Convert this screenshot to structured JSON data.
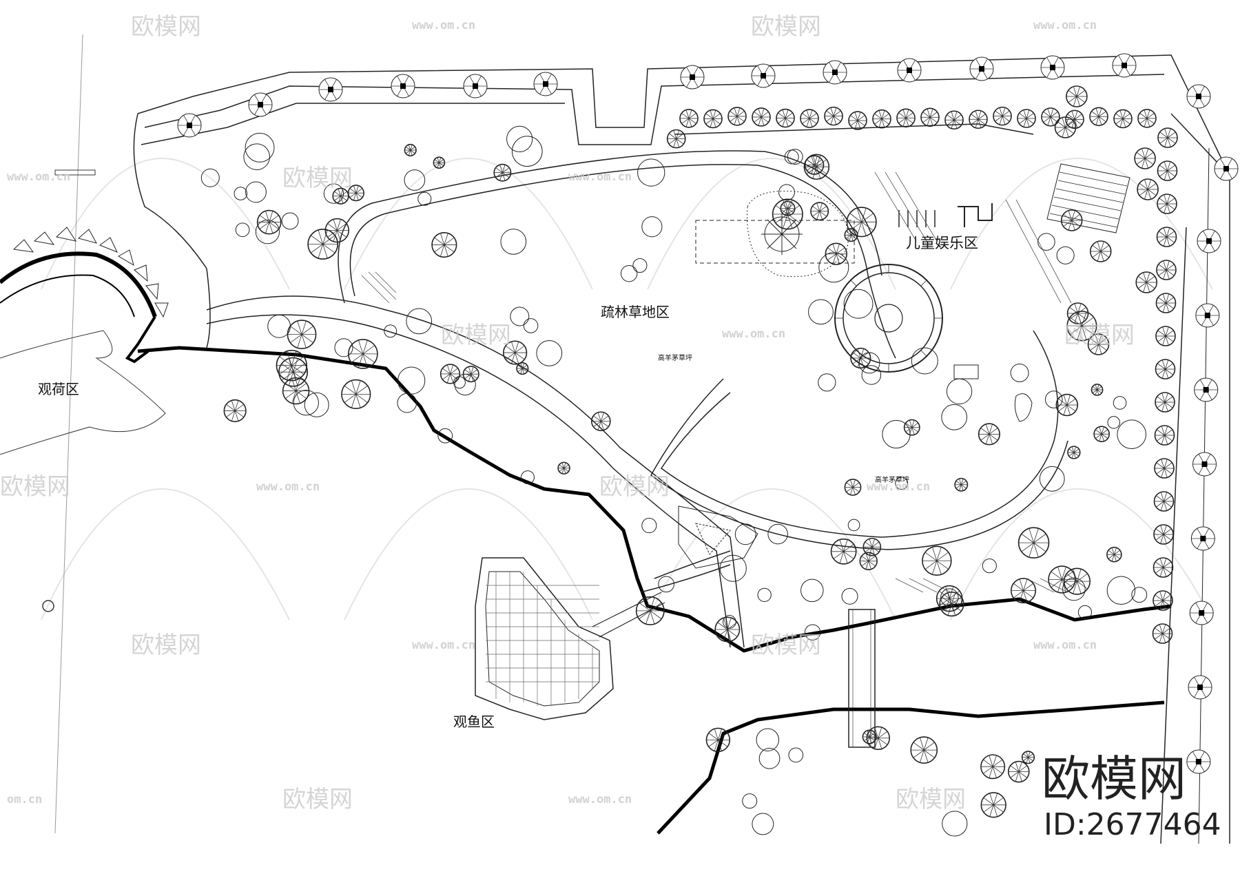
{
  "zones": {
    "lotus": "观荷区",
    "meadow": "疏林草地区",
    "kids": "儿童娱乐区",
    "fish": "观鱼区"
  },
  "lawn_notes": [
    "高羊茅草坪",
    "高羊茅草坪"
  ],
  "watermark": {
    "brand": "欧模网",
    "url": "www.om.cn",
    "url_partial": "om.cn",
    "id": "ID:2677464"
  },
  "colors": {
    "ink": "#111111",
    "watermark": "#c8c8c8"
  }
}
